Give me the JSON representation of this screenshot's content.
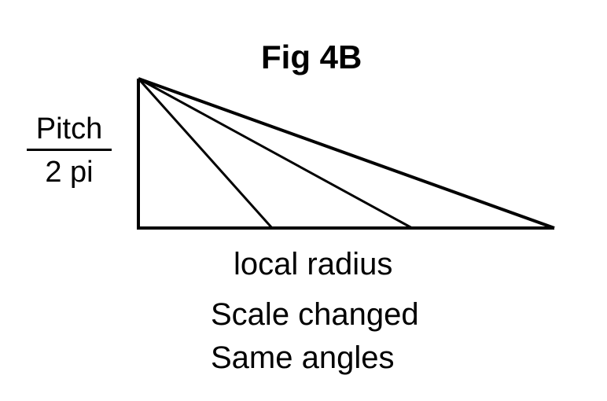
{
  "title": "Fig 4B",
  "y_label": {
    "numerator": "Pitch",
    "denominator": "2 pi"
  },
  "x_label": "local radius",
  "notes": [
    "Scale changed",
    "Same angles"
  ],
  "colors": {
    "ink": "#000000",
    "background": "#ffffff"
  }
}
